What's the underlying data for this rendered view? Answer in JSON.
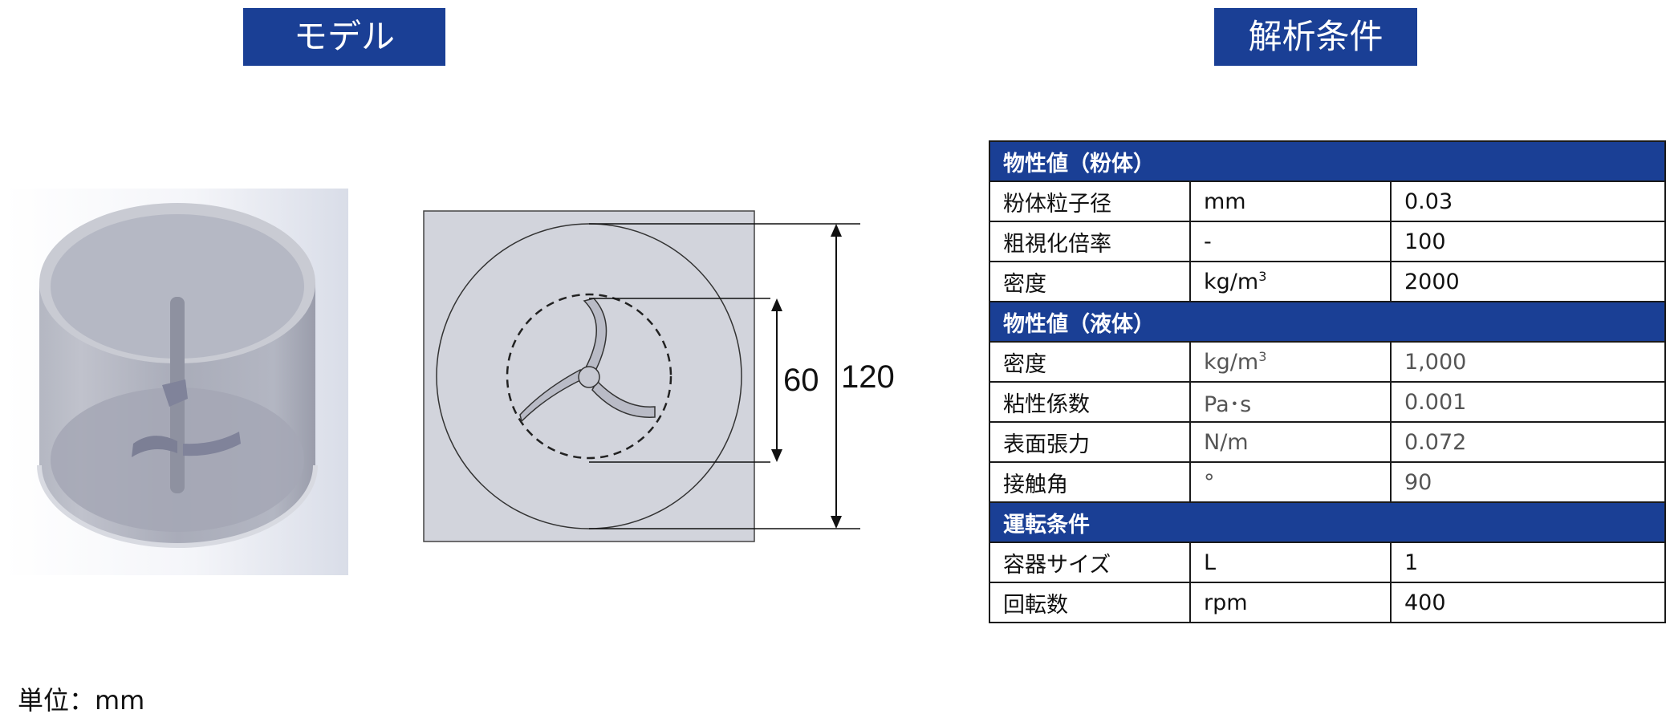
{
  "headers": {
    "model": "モデル",
    "conditions": "解析条件"
  },
  "dimensions": {
    "inner": "60",
    "outer": "120"
  },
  "unit_note": "単位：mm",
  "table": {
    "sections": [
      {
        "title": "物性値（粉体）",
        "rows": [
          {
            "name": "粉体粒子径",
            "unit": "mm",
            "value": "0.03"
          },
          {
            "name": "粗視化倍率",
            "unit": "-",
            "value": "100"
          },
          {
            "name": "密度",
            "unit": "kg/m",
            "unit_sup": "3",
            "value": "2000"
          }
        ]
      },
      {
        "title": "物性値（液体）",
        "rows": [
          {
            "name": "密度",
            "unit": "kg/m",
            "unit_sup": "3",
            "value": "1,000"
          },
          {
            "name": "粘性係数",
            "unit": "Pa･s",
            "value": "0.001"
          },
          {
            "name": "表面張力",
            "unit": "N/m",
            "value": "0.072"
          },
          {
            "name": "接触角",
            "unit": "°",
            "value": "90"
          }
        ]
      },
      {
        "title": "運転条件",
        "rows": [
          {
            "name": "容器サイズ",
            "unit": "L",
            "value": "1"
          },
          {
            "name": "回転数",
            "unit": "rpm",
            "value": "400"
          }
        ]
      }
    ]
  },
  "colors": {
    "header_bg": "#1a3f95",
    "header_text": "#ffffff",
    "model_face": "#d2d4dc"
  }
}
